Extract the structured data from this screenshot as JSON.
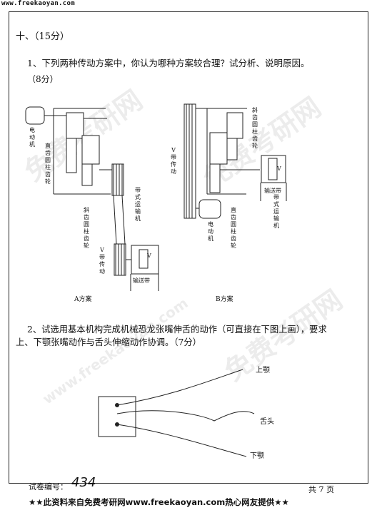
{
  "header": {
    "site_url": "www.freekaoyan.com"
  },
  "watermark": {
    "text_cn": "免费考研网",
    "text_en": "www.freekaoyan.com"
  },
  "section": {
    "heading": "十、（15分）"
  },
  "q1": {
    "text": "1、下列两种传动方案中，你认为哪种方案较合理？试分析、说明原因。",
    "score": "（8分）",
    "a": {
      "motor": "电动机",
      "spur": "直齿圆柱齿轮",
      "helical": "斜齿圆柱齿轮",
      "vbelt": "V带传动",
      "conveyor": "带式运输机",
      "belt_label": "输送带",
      "v": "V",
      "caption": "A方案"
    },
    "b": {
      "motor": "电动机",
      "spur": "直齿圆柱齿轮",
      "helical": "斜齿圆柱齿轮",
      "vbelt": "V带传动",
      "conveyor": "带式运输机",
      "belt_label": "输送带",
      "v": "V",
      "caption": "B方案"
    }
  },
  "q2": {
    "line1": "2、试选用基本机构完成机械恐龙张嘴伸舌的动作（可直接在下图上画），要求",
    "line2": "上、下颚张嘴动作与舌头伸缩动作协调。（7分）",
    "upper_jaw": "上颚",
    "tongue": "舌头",
    "lower_jaw": "下颚"
  },
  "footer": {
    "serial_label": "试卷编号：",
    "serial_value": "434",
    "pages": "共  7  页",
    "banner": "★★此资料来自免费考研网www.freekaoyan.com热心网友提供★★"
  }
}
